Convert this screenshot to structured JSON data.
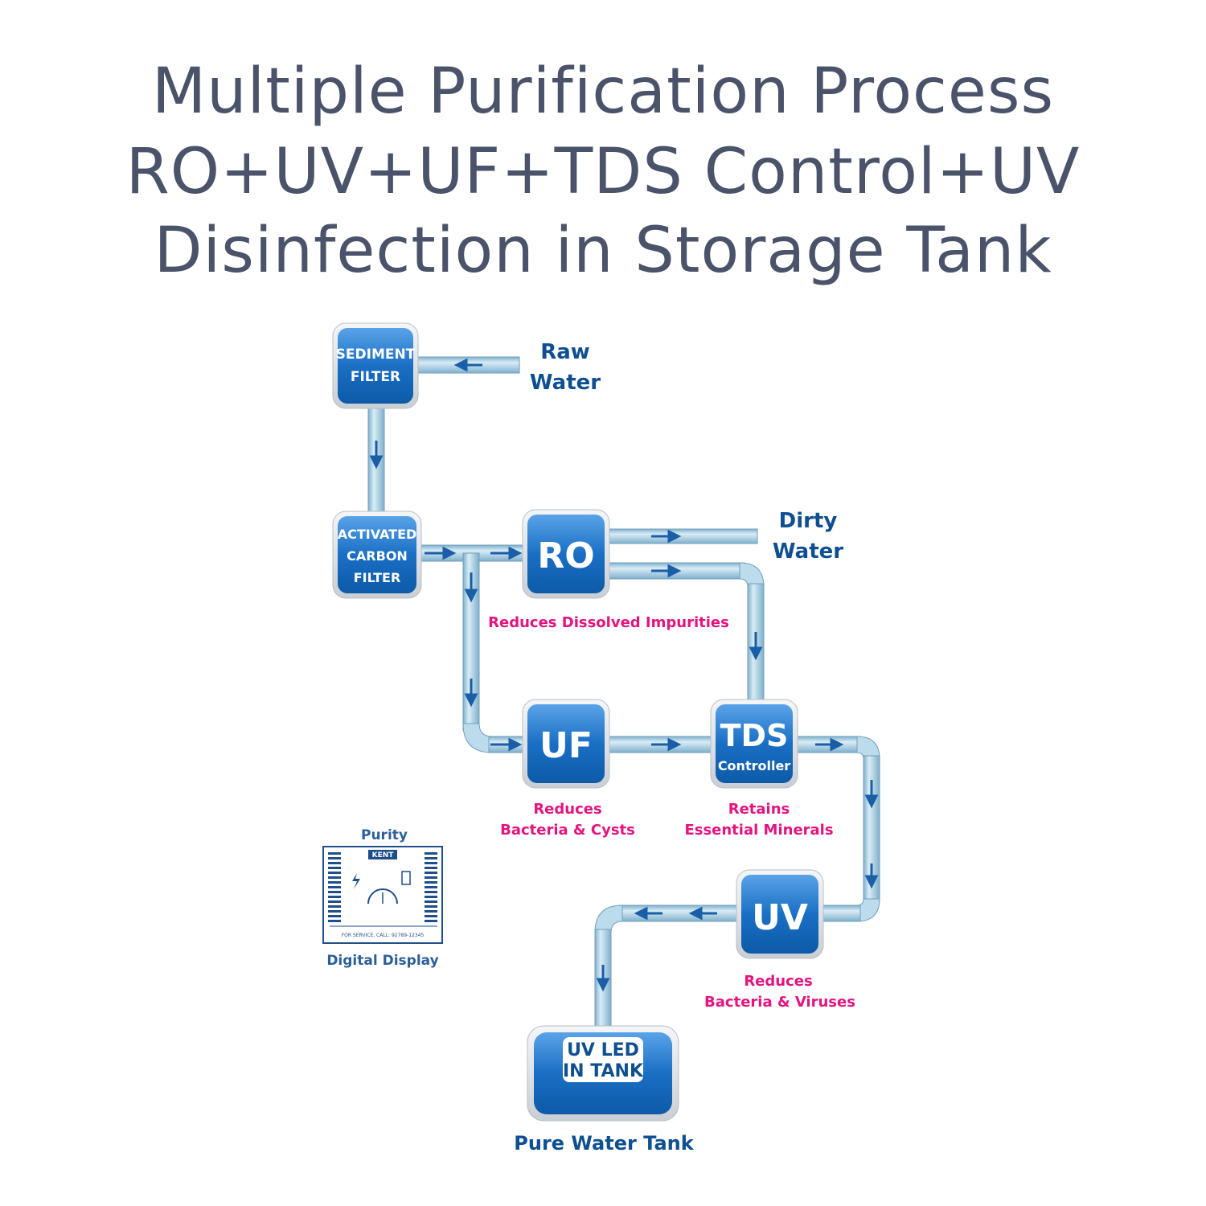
{
  "title": {
    "line1": "Multiple Purification Process",
    "line2": "RO+UV+UF+TDS Control+UV",
    "line3": "Disinfection in Storage Tank"
  },
  "stages": {
    "sediment": {
      "line1": "SEDIMENT",
      "line2": "FILTER"
    },
    "carbon": {
      "line1": "ACTIVATED",
      "line2": "CARBON",
      "line3": "FILTER"
    },
    "ro": {
      "label": "RO"
    },
    "uf": {
      "label": "UF"
    },
    "tds": {
      "line1": "TDS",
      "line2": "Controller"
    },
    "uv": {
      "label": "UV"
    },
    "tank": {
      "line1": "UV LED",
      "line2": "IN TANK"
    }
  },
  "labels": {
    "raw_water": {
      "line1": "Raw",
      "line2": "Water"
    },
    "dirty_water": {
      "line1": "Dirty",
      "line2": "Water"
    },
    "pure_water_tank": "Pure Water Tank",
    "ro_benefit": "Reduces Dissolved Impurities",
    "uf_benefit": {
      "line1": "Reduces",
      "line2": "Bacteria & Cysts"
    },
    "tds_benefit": {
      "line1": "Retains",
      "line2": "Essential Minerals"
    },
    "uv_benefit": {
      "line1": "Reduces",
      "line2": "Bacteria & Viruses"
    }
  },
  "display": {
    "top_label": "Purity",
    "bottom_label": "Digital Display",
    "brand": "KENT",
    "service_text": "FOR SERVICE, CALL: 92789-12345"
  },
  "colors": {
    "tile_blue": "#1a6fc4",
    "pipe": "#a9cde2",
    "heading": "#4a5369",
    "blue_text": "#0e4f91",
    "pink_text": "#e5137f"
  }
}
